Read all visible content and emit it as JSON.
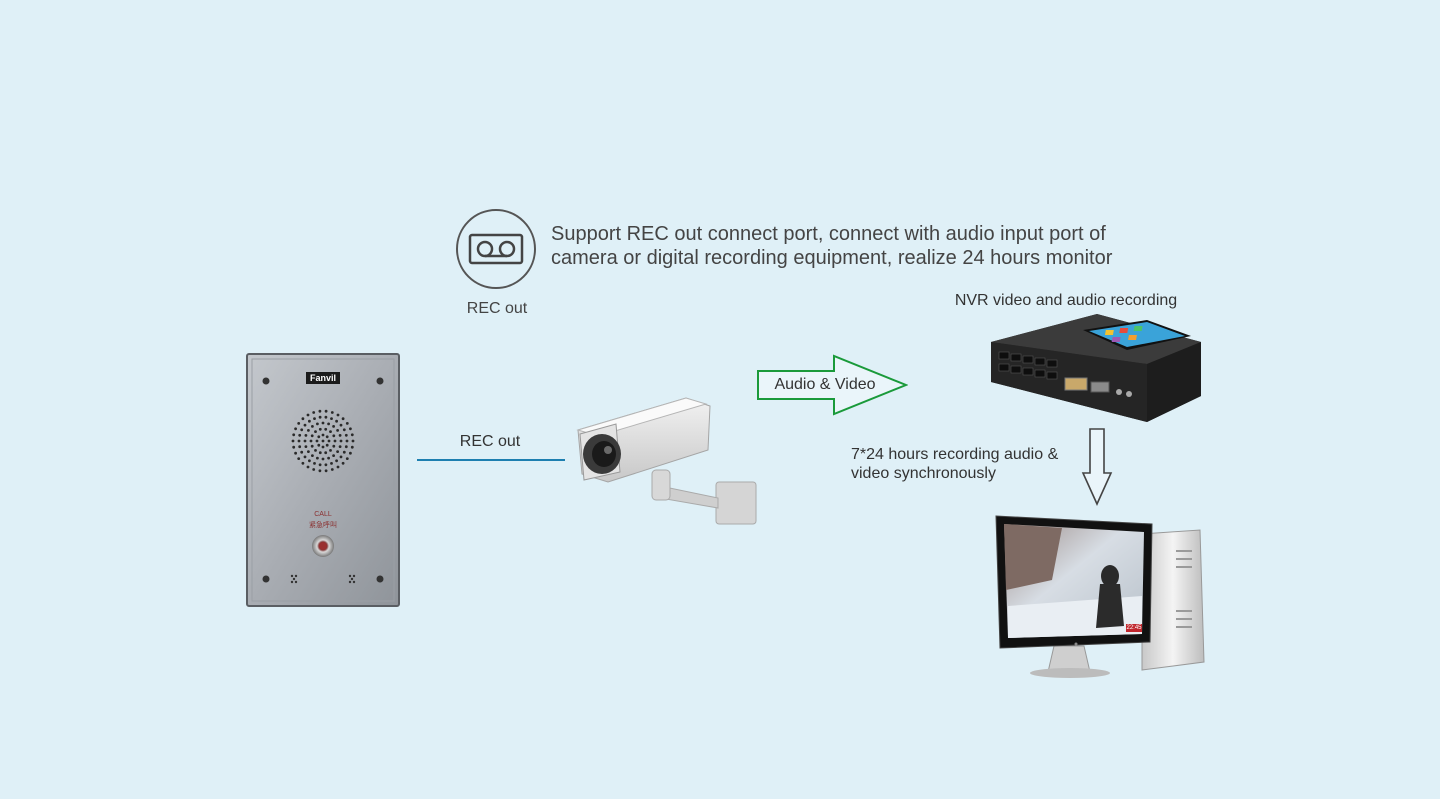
{
  "rec_icon": {
    "label": "REC out",
    "icon": "voicemail-tape-icon"
  },
  "headline": {
    "line1": "Support REC out connect port, connect with audio input port of",
    "line2": "camera or digital recording equipment, realize 24 hours monitor"
  },
  "intercom": {
    "brand": "Fanvil",
    "button_label_1": "CALL",
    "button_label_2": "紧急呼叫"
  },
  "connection": {
    "label": "REC out",
    "color": "#1d7fb0"
  },
  "arrow": {
    "label": "Audio & Video",
    "color": "#1a9a3a"
  },
  "nvr": {
    "label": "NVR video and audio recording"
  },
  "recording": {
    "line1": "7*24 hours recording audio &",
    "line2": "video synchronously"
  },
  "monitor": {
    "timestamp": "22:45"
  }
}
